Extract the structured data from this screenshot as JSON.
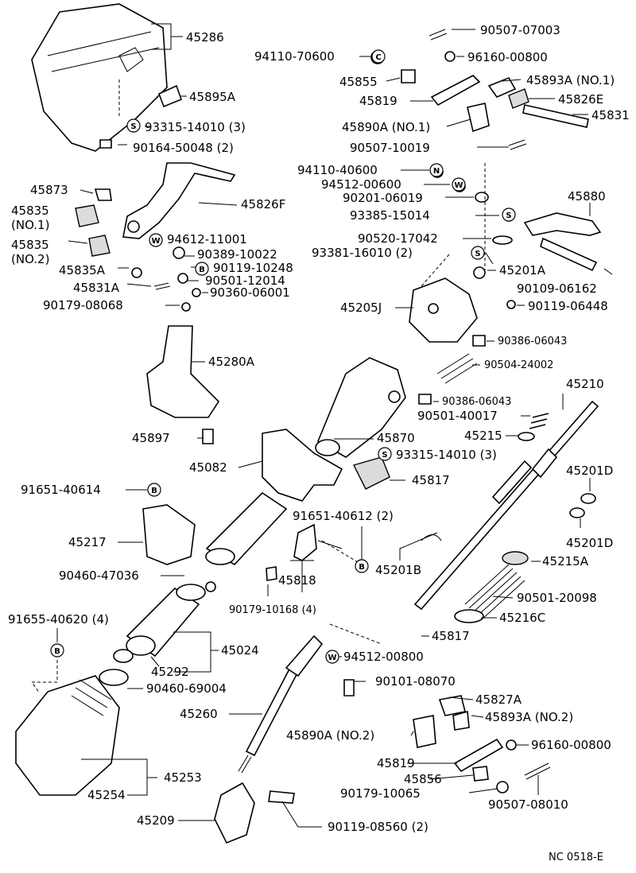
{
  "labels": {
    "p45286": "45286",
    "p45895A": "45895A",
    "p93315_a": "93315-14010 (3)",
    "p90164": "90164-50048 (2)",
    "p90507_07003": "90507-07003",
    "p94110_70600": "94110-70600",
    "p96160_a": "96160-00800",
    "p45855": "45855",
    "p45893A_1": "45893A (NO.1)",
    "p45819_a": "45819",
    "p45826E": "45826E",
    "p45831": "45831",
    "p45890A_1": "45890A (NO.1)",
    "p90507_10019": "90507-10019",
    "p94110_40600": "94110-40600",
    "p94512_00600": "94512-00600",
    "p90201": "90201-06019",
    "p45880": "45880",
    "p93385": "93385-15014",
    "p45873": "45873",
    "p45826F": "45826F",
    "p45835_1a": "45835",
    "p45835_1b": "(NO.1)",
    "p45835_2a": "45835",
    "p45835_2b": "(NO.2)",
    "p94612": "94612-11001",
    "p90389": "90389-10022",
    "p45835A": "45835A",
    "p90119_10248": "90119-10248",
    "p45831A": "45831A",
    "p90501_12014": "90501-12014",
    "p90179_08068": "90179-08068",
    "p90360": "90360-06001",
    "p90520": "90520-17042",
    "p93381": "93381-16010 (2)",
    "p45201A": "45201A",
    "p90109": "90109-06162",
    "p45205J": "45205J",
    "p90119_06448": "90119-06448",
    "p90386_a": "90386-06043",
    "p45280A": "45280A",
    "p90504": "90504-24002",
    "p90386_b": "90386-06043",
    "p45210": "45210",
    "p90501_40017": "90501-40017",
    "p45897": "45897",
    "p45870": "45870",
    "p45215": "45215",
    "p93315_b": "93315-14010 (3)",
    "p45082": "45082",
    "p45817_a": "45817",
    "p45201D_a": "45201D",
    "p91651_40614": "91651-40614",
    "p91651_40612": "91651-40612 (2)",
    "p45217": "45217",
    "p45201D_b": "45201D",
    "p45201B": "45201B",
    "p45215A": "45215A",
    "p90460_47036": "90460-47036",
    "p45818": "45818",
    "p90501_20098": "90501-20098",
    "p90179_10168": "90179-10168 (4)",
    "p91655": "91655-40620 (4)",
    "p45216C": "45216C",
    "p45817_b": "45817",
    "p45024": "45024",
    "p45292": "45292",
    "p94512_00800": "94512-00800",
    "p90460_69004": "90460-69004",
    "p90101": "90101-08070",
    "p45260": "45260",
    "p45827A": "45827A",
    "p45890A_2": "45890A (NO.2)",
    "p45893A_2": "45893A (NO.2)",
    "p96160_b": "96160-00800",
    "p45253": "45253",
    "p45819_b": "45819",
    "p45254": "45254",
    "p45856": "45856",
    "p90179_10065": "90179-10065",
    "p90507_08010": "90507-08010",
    "p45209": "45209",
    "p90119_08560": "90119-08560 (2)",
    "code": "NC 0518-E"
  },
  "symbols": {
    "s": "S",
    "w": "W",
    "b": "B",
    "n": "N",
    "c": "C"
  }
}
